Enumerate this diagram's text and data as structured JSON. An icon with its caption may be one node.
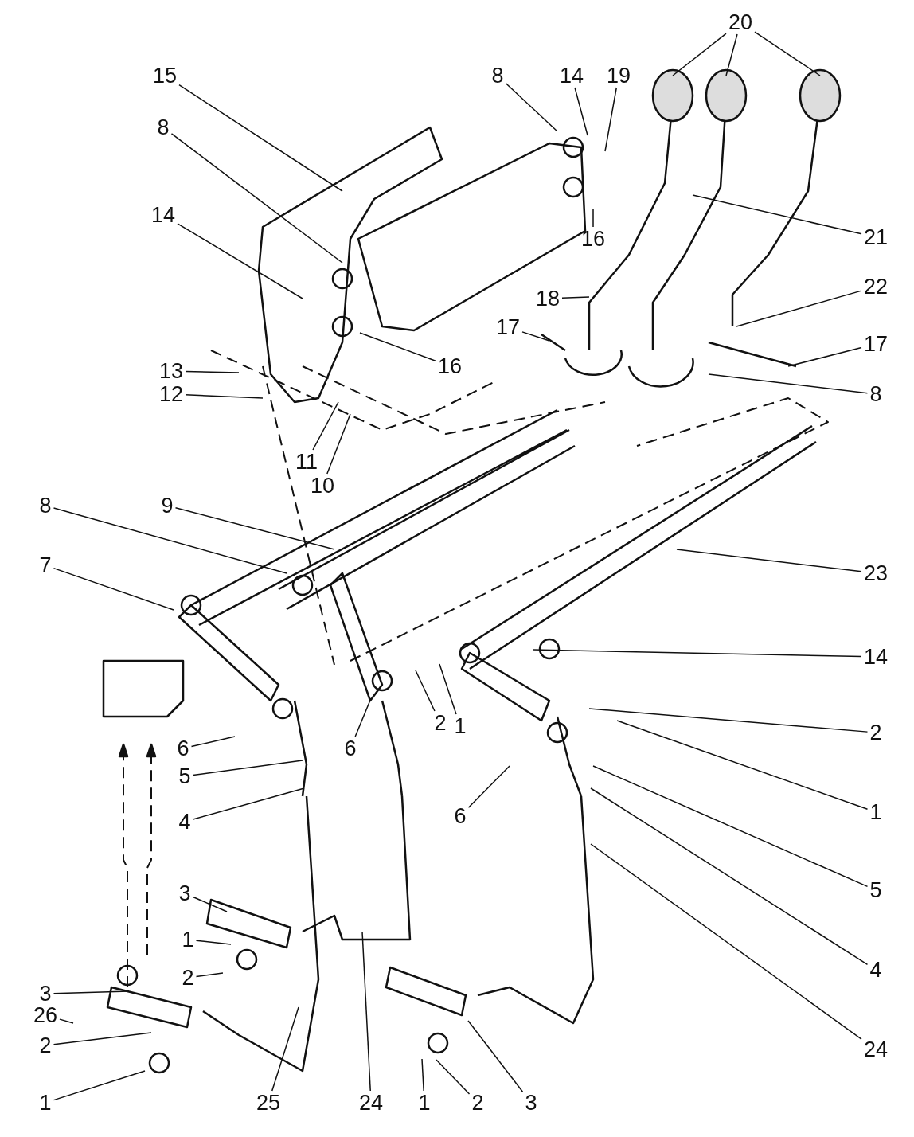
{
  "diagram": {
    "nodes": [
      {
        "text": [
          "20"
        ]
      },
      {
        "text": [
          "15"
        ]
      },
      {
        "text": [
          "8"
        ]
      },
      {
        "text": [
          "14"
        ]
      },
      {
        "text": [
          "19"
        ]
      },
      {
        "text": [
          "8"
        ]
      },
      {
        "text": [
          "14"
        ]
      },
      {
        "text": [
          "21"
        ]
      },
      {
        "text": [
          "18"
        ]
      },
      {
        "text": [
          "22"
        ]
      },
      {
        "text": [
          "17"
        ]
      },
      {
        "text": [
          "16"
        ]
      },
      {
        "text": [
          "16"
        ]
      },
      {
        "text": [
          "17"
        ]
      },
      {
        "text": [
          "13"
        ]
      },
      {
        "text": [
          "12"
        ]
      },
      {
        "text": [
          "8"
        ]
      },
      {
        "text": [
          "11"
        ]
      },
      {
        "text": [
          "10"
        ]
      },
      {
        "text": [
          "8"
        ]
      },
      {
        "text": [
          "9"
        ]
      },
      {
        "text": [
          "23"
        ]
      },
      {
        "text": [
          "7"
        ]
      },
      {
        "text": [
          "14"
        ]
      },
      {
        "text": [
          "6"
        ]
      },
      {
        "text": [
          "6"
        ]
      },
      {
        "text": [
          "2"
        ]
      },
      {
        "text": [
          "1"
        ]
      },
      {
        "text": [
          "2"
        ]
      },
      {
        "text": [
          "5"
        ]
      },
      {
        "text": [
          "4"
        ]
      },
      {
        "text": [
          "1"
        ]
      },
      {
        "text": [
          "6"
        ]
      },
      {
        "text": [
          "5"
        ]
      },
      {
        "text": [
          "3"
        ]
      },
      {
        "text": [
          "1"
        ]
      },
      {
        "text": [
          "2"
        ]
      },
      {
        "text": [
          "4"
        ]
      },
      {
        "text": [
          "3"
        ]
      },
      {
        "text": [
          "26"
        ]
      },
      {
        "text": [
          "2"
        ]
      },
      {
        "text": [
          "24"
        ]
      },
      {
        "text": [
          "1"
        ]
      },
      {
        "text": [
          "25"
        ]
      },
      {
        "text": [
          "24"
        ]
      },
      {
        "text": [
          "1"
        ]
      },
      {
        "text": [
          "2"
        ]
      },
      {
        "text": [
          "3"
        ]
      }
    ],
    "edges": [
      {
        "from": 0,
        "to": null,
        "arrow": "none"
      },
      {
        "from": 0,
        "to": null,
        "arrow": "none"
      },
      {
        "from": 0,
        "to": null,
        "arrow": "none"
      },
      {
        "from": 1,
        "to": null,
        "arrow": "none"
      },
      {
        "from": 2,
        "to": null,
        "arrow": "none"
      },
      {
        "from": 3,
        "to": null,
        "arrow": "none"
      },
      {
        "from": 4,
        "to": null,
        "arrow": "none"
      },
      {
        "from": 5,
        "to": null,
        "arrow": "none"
      },
      {
        "from": 6,
        "to": null,
        "arrow": "none"
      },
      {
        "from": 7,
        "to": null,
        "arrow": "none"
      },
      {
        "from": 8,
        "to": null,
        "arrow": "none"
      },
      {
        "from": 9,
        "to": null,
        "arrow": "none"
      },
      {
        "from": 10,
        "to": null,
        "arrow": "none"
      },
      {
        "from": 11,
        "to": null,
        "arrow": "none"
      },
      {
        "from": 12,
        "to": null,
        "arrow": "none"
      },
      {
        "from": 13,
        "to": null,
        "arrow": "none"
      },
      {
        "from": 14,
        "to": null,
        "arrow": "none"
      },
      {
        "from": 15,
        "to": null,
        "arrow": "none"
      },
      {
        "from": 16,
        "to": null,
        "arrow": "none"
      },
      {
        "from": 17,
        "to": null,
        "arrow": "none"
      },
      {
        "from": 18,
        "to": null,
        "arrow": "none"
      },
      {
        "from": 19,
        "to": null,
        "arrow": "none"
      },
      {
        "from": 20,
        "to": null,
        "arrow": "none"
      },
      {
        "from": 21,
        "to": null,
        "arrow": "none"
      },
      {
        "from": 22,
        "to": null,
        "arrow": "none"
      },
      {
        "from": 23,
        "to": null,
        "arrow": "none"
      },
      {
        "from": 24,
        "to": null,
        "arrow": "none"
      },
      {
        "from": 25,
        "to": null,
        "arrow": "none"
      },
      {
        "from": 26,
        "to": null,
        "arrow": "none"
      },
      {
        "from": 27,
        "to": null,
        "arrow": "none"
      },
      {
        "from": 28,
        "to": null,
        "arrow": "none"
      },
      {
        "from": 29,
        "to": null,
        "arrow": "none"
      },
      {
        "from": 30,
        "to": null,
        "arrow": "none"
      },
      {
        "from": 31,
        "to": null,
        "arrow": "none"
      },
      {
        "from": 32,
        "to": null,
        "arrow": "none"
      },
      {
        "from": 33,
        "to": null,
        "arrow": "none"
      },
      {
        "from": 34,
        "to": null,
        "arrow": "none"
      },
      {
        "from": 35,
        "to": null,
        "arrow": "none"
      },
      {
        "from": 36,
        "to": null,
        "arrow": "none"
      },
      {
        "from": 37,
        "to": null,
        "arrow": "none"
      },
      {
        "from": 38,
        "to": null,
        "arrow": "none"
      },
      {
        "from": 39,
        "to": null,
        "arrow": "none"
      },
      {
        "from": 40,
        "to": null,
        "arrow": "none"
      },
      {
        "from": 41,
        "to": null,
        "arrow": "none"
      },
      {
        "from": 42,
        "to": null,
        "arrow": "none"
      },
      {
        "from": 43,
        "to": null,
        "arrow": "none"
      },
      {
        "from": 44,
        "to": null,
        "arrow": "none"
      },
      {
        "from": 45,
        "to": null,
        "arrow": "none"
      },
      {
        "from": 46,
        "to": null,
        "arrow": "none"
      },
      {
        "from": 47,
        "to": null,
        "arrow": "none"
      }
    ]
  }
}
